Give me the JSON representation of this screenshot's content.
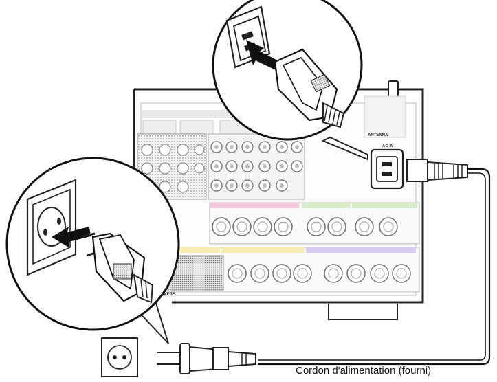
{
  "caption": "Cordon d'alimentation (fourni)",
  "panel_labels": {
    "ac_in": "AC IN",
    "antenna": "ANTENNA",
    "speakers": "SPEAKERS"
  },
  "colors": {
    "line": "#111111",
    "panel_grey": "#d9d9d9",
    "zone_pink": "#f4c6d9",
    "zone_yellow": "#f6ecb0",
    "zone_purple": "#d9cdef",
    "zone_green": "#d6ecc9"
  }
}
